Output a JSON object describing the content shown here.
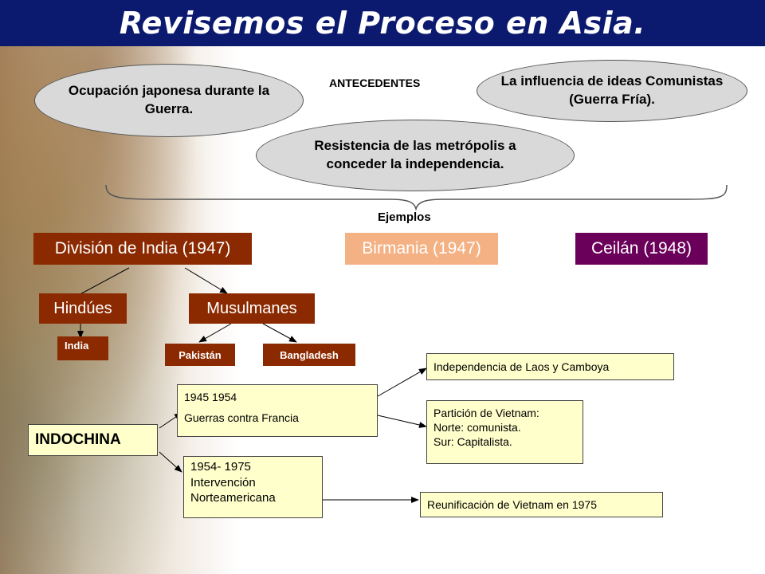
{
  "title": "Revisemos el Proceso en Asia.",
  "antecedentes_label": "ANTECEDENTES",
  "ejemplos_label": "Ejemplos",
  "ellipses": {
    "ocupacion": "Ocupación japonesa durante la Guerra.",
    "influencia": "La influencia de ideas Comunistas (Guerra Fría).",
    "resistencia": "Resistencia de las metrópolis a conceder la independencia."
  },
  "examples": {
    "india": "División de India (1947)",
    "birmania": "Birmania (1947)",
    "ceilan": "Ceilán (1948)"
  },
  "india_split": {
    "hindues": "Hindúes",
    "musulmanes": "Musulmanes",
    "india": "India",
    "pakistan": "Pakistán",
    "bangladesh": "Bangladesh"
  },
  "indochina": {
    "label": "INDOCHINA",
    "period1_years": "1945 1954",
    "period1_text": "Guerras  contra Francia",
    "period2_years": "1954- 1975",
    "period2_line1": "Intervención",
    "period2_line2": "Norteamericana",
    "laos": "Independencia de Laos y Camboya",
    "particion_line1": "Partición de Vietnam:",
    "particion_line2": "Norte: comunista.",
    "particion_line3": "Sur: Capitalista.",
    "reunificacion": "Reunificación de Vietnam en 1975"
  },
  "colors": {
    "title_bar": "#0b1a6e",
    "india_box": "#8b2a00",
    "birmania_box": "#f4b183",
    "ceilan_box": "#6b005a",
    "note_fill": "#ffffcc",
    "ellipse_fill": "#d9d9d9"
  }
}
